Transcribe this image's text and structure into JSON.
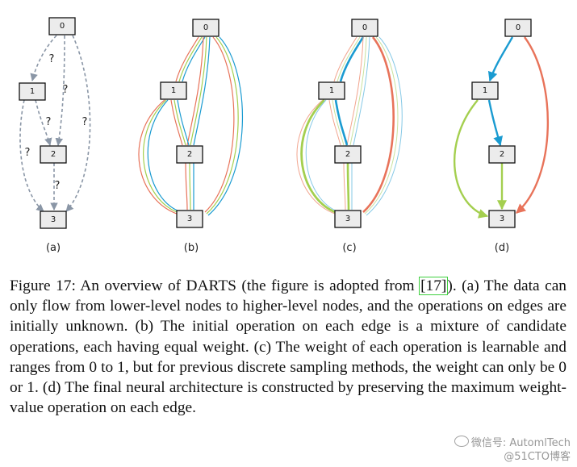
{
  "figure": {
    "panels": [
      {
        "id": "a",
        "label": "(a)",
        "nodes": [
          {
            "id": "0",
            "label": "0"
          },
          {
            "id": "1",
            "label": "1"
          },
          {
            "id": "2",
            "label": "2"
          },
          {
            "id": "3",
            "label": "3"
          }
        ],
        "edge_label": "?"
      },
      {
        "id": "b",
        "label": "(b)",
        "nodes": [
          {
            "id": "0",
            "label": "0"
          },
          {
            "id": "1",
            "label": "1"
          },
          {
            "id": "2",
            "label": "2"
          },
          {
            "id": "3",
            "label": "3"
          }
        ]
      },
      {
        "id": "c",
        "label": "(c)",
        "nodes": [
          {
            "id": "0",
            "label": "0"
          },
          {
            "id": "1",
            "label": "1"
          },
          {
            "id": "2",
            "label": "2"
          },
          {
            "id": "3",
            "label": "3"
          }
        ]
      },
      {
        "id": "d",
        "label": "(d)",
        "nodes": [
          {
            "id": "0",
            "label": "0"
          },
          {
            "id": "1",
            "label": "1"
          },
          {
            "id": "2",
            "label": "2"
          },
          {
            "id": "3",
            "label": "3"
          }
        ]
      }
    ],
    "operation_colors": [
      "#e8735a",
      "#a4cf4f",
      "#1a9bd1",
      "#f2a58f",
      "#c9e29e",
      "#86c9e6"
    ]
  },
  "caption": {
    "prefix": "Figure 17: An overview of DARTS (the figure is adopted from ",
    "cite": "[17]",
    "suffix": ").  (a) The data can only flow from lower-level nodes to higher-level nodes, and the operations on edges are initially unknown.  (b) The initial operation on each edge is a mixture of candidate operations, each having equal weight.  (c) The weight of each operation is learnable and ranges from 0 to 1, but for previous discrete sampling methods, the weight can only be 0 or 1.  (d) The final neural architecture is constructed by preserving the maximum weight-value operation on each edge."
  },
  "watermark": {
    "line1": "微信号: AutomlTech",
    "line2": "@51CTO博客"
  }
}
